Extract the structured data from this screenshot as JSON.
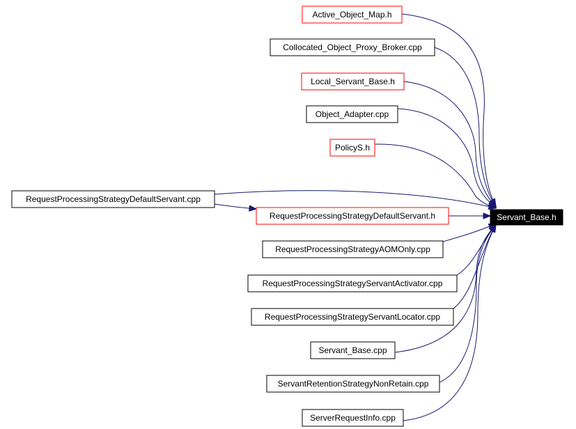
{
  "target": {
    "id": "servant-base-h",
    "label": "Servant_Base.h"
  },
  "nodes": [
    {
      "id": "active-object-map-h",
      "label": "Active_Object_Map.h",
      "border": "#ff0000"
    },
    {
      "id": "collocated-object-proxy-broker-cpp",
      "label": "Collocated_Object_Proxy_Broker.cpp",
      "border": "#000000"
    },
    {
      "id": "local-servant-base-h",
      "label": "Local_Servant_Base.h",
      "border": "#ff0000"
    },
    {
      "id": "object-adapter-cpp",
      "label": "Object_Adapter.cpp",
      "border": "#000000"
    },
    {
      "id": "policys-h",
      "label": "PolicyS.h",
      "border": "#ff0000"
    },
    {
      "id": "rps-default-servant-cpp",
      "label": "RequestProcessingStrategyDefaultServant.cpp",
      "border": "#000000"
    },
    {
      "id": "rps-default-servant-h",
      "label": "RequestProcessingStrategyDefaultServant.h",
      "border": "#ff0000"
    },
    {
      "id": "rps-aom-only-cpp",
      "label": "RequestProcessingStrategyAOMOnly.cpp",
      "border": "#000000"
    },
    {
      "id": "rps-servant-activator-cpp",
      "label": "RequestProcessingStrategyServantActivator.cpp",
      "border": "#000000"
    },
    {
      "id": "rps-servant-locator-cpp",
      "label": "RequestProcessingStrategyServantLocator.cpp",
      "border": "#000000"
    },
    {
      "id": "servant-base-cpp",
      "label": "Servant_Base.cpp",
      "border": "#000000"
    },
    {
      "id": "srs-non-retain-cpp",
      "label": "ServantRetentionStrategyNonRetain.cpp",
      "border": "#000000"
    },
    {
      "id": "server-request-info-cpp",
      "label": "ServerRequestInfo.cpp",
      "border": "#000000"
    }
  ],
  "edges": [
    {
      "from": "active-object-map-h",
      "to": "servant-base-h"
    },
    {
      "from": "collocated-object-proxy-broker-cpp",
      "to": "servant-base-h"
    },
    {
      "from": "local-servant-base-h",
      "to": "servant-base-h"
    },
    {
      "from": "object-adapter-cpp",
      "to": "servant-base-h"
    },
    {
      "from": "policys-h",
      "to": "servant-base-h"
    },
    {
      "from": "rps-default-servant-cpp",
      "to": "servant-base-h"
    },
    {
      "from": "rps-default-servant-cpp",
      "to": "rps-default-servant-h"
    },
    {
      "from": "rps-default-servant-h",
      "to": "servant-base-h"
    },
    {
      "from": "rps-aom-only-cpp",
      "to": "servant-base-h"
    },
    {
      "from": "rps-servant-activator-cpp",
      "to": "servant-base-h"
    },
    {
      "from": "rps-servant-locator-cpp",
      "to": "servant-base-h"
    },
    {
      "from": "servant-base-cpp",
      "to": "servant-base-h"
    },
    {
      "from": "srs-non-retain-cpp",
      "to": "servant-base-h"
    },
    {
      "from": "server-request-info-cpp",
      "to": "servant-base-h"
    }
  ]
}
